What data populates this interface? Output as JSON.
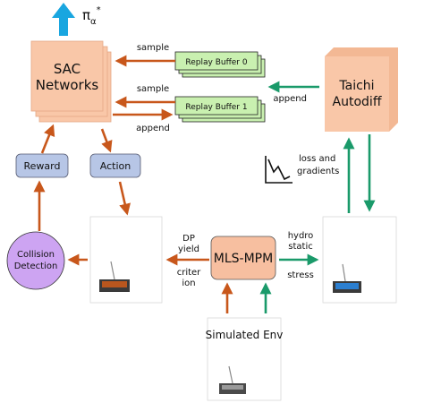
{
  "policy_label": "π",
  "policy_sub": "α",
  "policy_sup": "*",
  "sac": {
    "line1": "SAC",
    "line2": "Networks"
  },
  "replay_buffer_0": "Replay Buffer 0",
  "replay_buffer_1": "Replay Buffer 1",
  "taichi": {
    "line1": "Taichi",
    "line2": "Autodiff"
  },
  "reward": "Reward",
  "action": "Action",
  "collision": {
    "line1": "Collision",
    "line2": "Detection"
  },
  "mls_mpm": "MLS-MPM",
  "simulated_env": "Simulated Env",
  "edge_labels": {
    "sample_top": "sample",
    "sample_mid": "sample",
    "append_mid": "append",
    "append_right": "append",
    "loss_line1": "loss and",
    "loss_line2": "gradients",
    "dp_line1": "DP",
    "dp_line2": "yield",
    "criter_line1": "criter",
    "criter_line2": "ion",
    "hydro_line1": "hydro",
    "hydro_line2": "static",
    "stress": "stress"
  },
  "colors": {
    "orange_arrow": "#c8571b",
    "green_arrow": "#1a9a6a",
    "sac_fill": "#f9c7a8",
    "taichi_fill": "#f9c7a8",
    "mpm_fill": "#f7bfa0",
    "buffer_fill": "#c9f0b0",
    "blue_box_fill": "#b7c6e6",
    "collision_fill": "#cda4f2",
    "policy_arrow": "#19a6e0"
  },
  "icons": {
    "loss_chart": "line-chart-icon"
  }
}
